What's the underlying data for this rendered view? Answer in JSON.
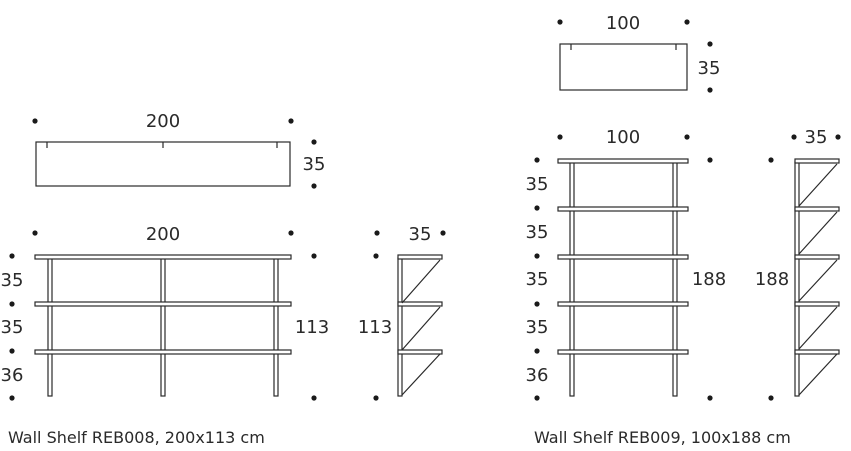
{
  "products": [
    {
      "caption": "Wall Shelf REB008, 200x113 cm",
      "top_view": {
        "width": "200",
        "depth": "35"
      },
      "front_view": {
        "width": "200",
        "height": "113",
        "gaps": [
          "35",
          "35",
          "36"
        ]
      },
      "side_view": {
        "depth": "35",
        "height": "113"
      }
    },
    {
      "caption": "Wall Shelf REB009, 100x188 cm",
      "top_view": {
        "width": "100",
        "depth": "35"
      },
      "front_view": {
        "width": "100",
        "height": "188",
        "gaps": [
          "35",
          "35",
          "35",
          "35",
          "36"
        ]
      },
      "side_view": {
        "depth": "35",
        "height": "188"
      }
    }
  ]
}
